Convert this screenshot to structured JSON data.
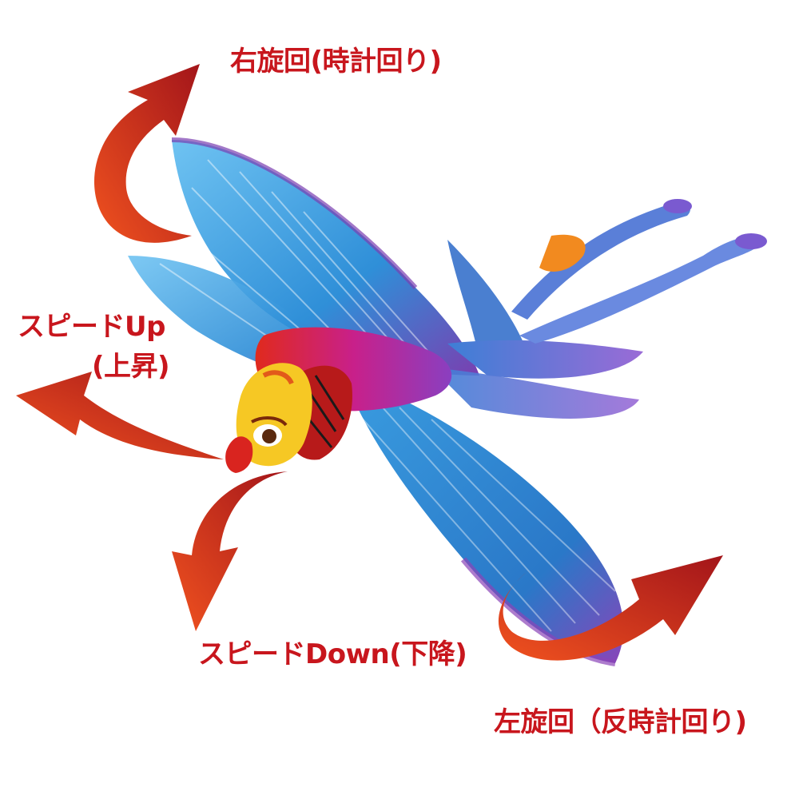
{
  "labels": {
    "turn_right": "右旋回(時計回り)",
    "speed_up_line1": "スピードUp",
    "speed_up_line2": "(上昇)",
    "speed_down": "スピードDown(下降)",
    "turn_left": "左旋回（反時計回り)"
  },
  "colors": {
    "arrow_dark": "#a3151a",
    "arrow_light": "#f0521f",
    "label": "#c8161d",
    "feather_blue": "#2f8fd8",
    "feather_purple": "#7a3fb0",
    "head_yellow": "#f6c824",
    "body_red": "#d9241f"
  },
  "icons": [
    "turn-right-arrow-icon",
    "speed-up-arrow-icon",
    "speed-down-arrow-icon",
    "turn-left-arrow-icon"
  ]
}
